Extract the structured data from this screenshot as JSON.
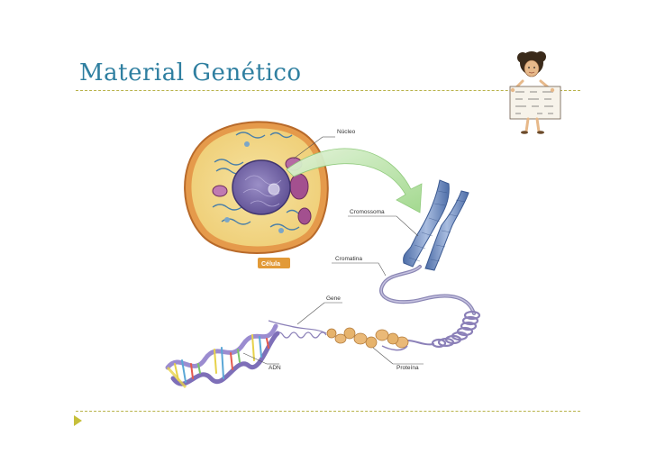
{
  "slide": {
    "title": "Material Genético"
  },
  "labels": {
    "nucleo": "Núcleo",
    "cromossoma": "Cromossoma",
    "celula": "Célula",
    "cromatina": "Cromatina",
    "gene": "Gene",
    "adn": "ADN",
    "proteina": "Proteína"
  },
  "colors": {
    "title": "#2f7fa0",
    "rule": "#b8b24a",
    "bullet": "#c6bf3a",
    "cell_membrane": "#d98a3c",
    "cell_cytoplasm": "#f2d889",
    "nucleus": "#7d6fae",
    "arrow": "#b9e3a6",
    "chromosome": "#6f86b8",
    "chromatin": "#9a92bb",
    "histone": "#e6b36c",
    "dna_strand": "#b8a8d8",
    "cell_badge": "#e29a38"
  },
  "icons": {
    "cartoon": "person-holding-poster-icon",
    "bullet": "triangle-bullet-icon"
  }
}
